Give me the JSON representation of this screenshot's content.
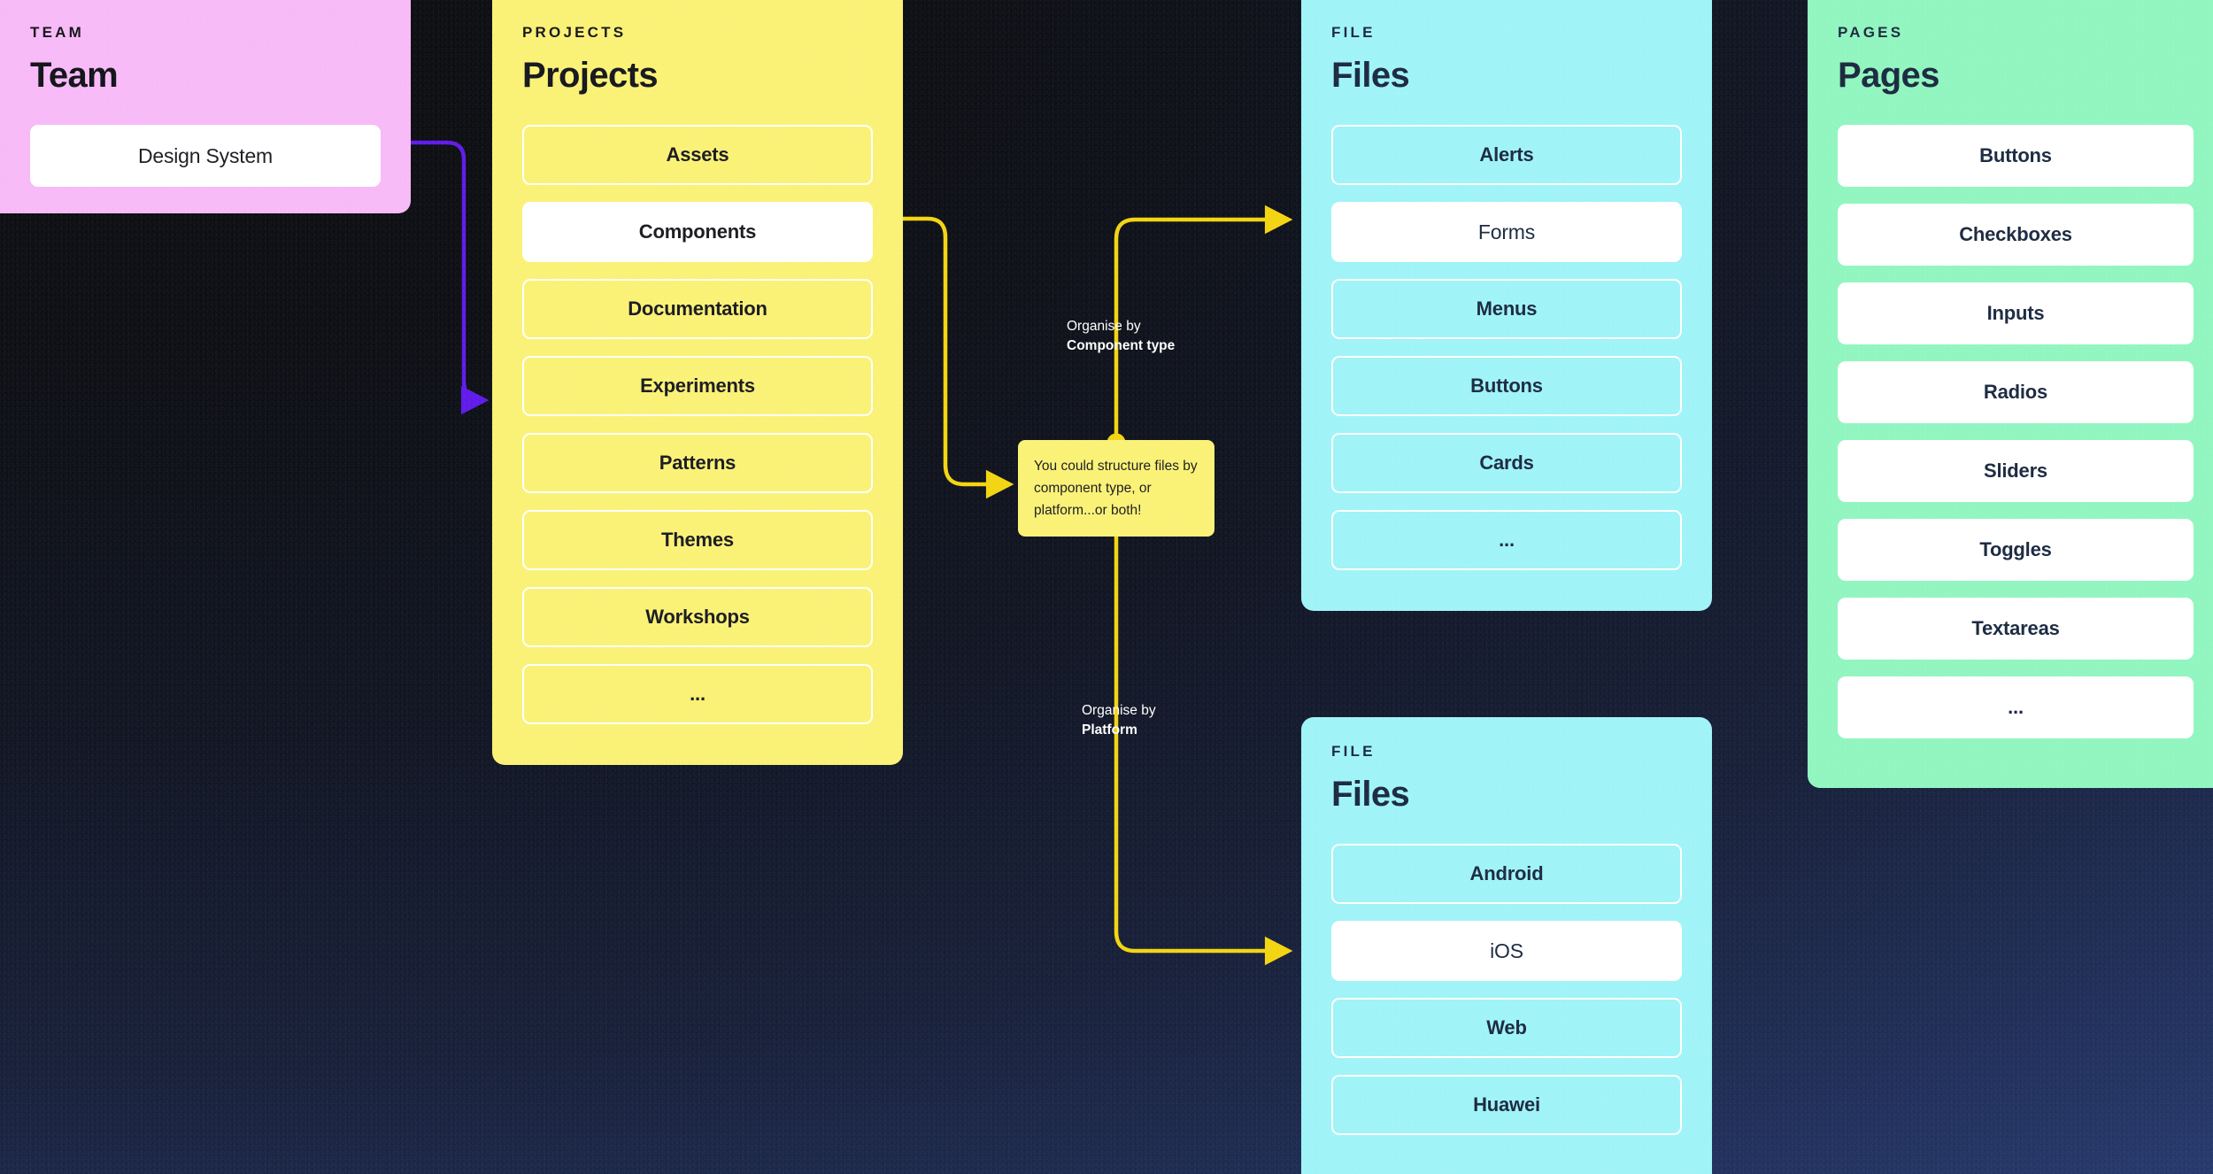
{
  "canvas": {
    "background_dark": "#07070a",
    "background_navy": "#22356b"
  },
  "panels": {
    "team": {
      "eyebrow": "TEAM",
      "title": "Team",
      "color": "#f7b8f7",
      "items": [
        {
          "label": "Design System",
          "selected": true
        }
      ]
    },
    "projects": {
      "eyebrow": "PROJECTS",
      "title": "Projects",
      "color": "#faf171",
      "items": [
        {
          "label": "Assets",
          "selected": false
        },
        {
          "label": "Components",
          "selected": true
        },
        {
          "label": "Documentation",
          "selected": false
        },
        {
          "label": "Experiments",
          "selected": false
        },
        {
          "label": "Patterns",
          "selected": false
        },
        {
          "label": "Themes",
          "selected": false
        },
        {
          "label": "Workshops",
          "selected": false
        },
        {
          "label": "...",
          "selected": false
        }
      ]
    },
    "files_component_type": {
      "eyebrow": "FILE",
      "title": "Files",
      "color": "#9df3f7",
      "items": [
        {
          "label": "Alerts",
          "selected": false
        },
        {
          "label": "Forms",
          "selected": true
        },
        {
          "label": "Menus",
          "selected": false
        },
        {
          "label": "Buttons",
          "selected": false
        },
        {
          "label": "Cards",
          "selected": false
        },
        {
          "label": "...",
          "selected": false
        }
      ]
    },
    "files_platform": {
      "eyebrow": "FILE",
      "title": "Files",
      "color": "#9df3f7",
      "items": [
        {
          "label": "Android",
          "selected": false
        },
        {
          "label": "iOS",
          "selected": true
        },
        {
          "label": "Web",
          "selected": false
        },
        {
          "label": "Huawei",
          "selected": false
        }
      ]
    },
    "pages": {
      "eyebrow": "PAGES",
      "title": "Pages",
      "color": "#8ef5bd",
      "items": [
        {
          "label": "Buttons",
          "selected": true
        },
        {
          "label": "Checkboxes",
          "selected": true
        },
        {
          "label": "Inputs",
          "selected": true
        },
        {
          "label": "Radios",
          "selected": true
        },
        {
          "label": "Sliders",
          "selected": true
        },
        {
          "label": "Toggles",
          "selected": true
        },
        {
          "label": "Textareas",
          "selected": true
        },
        {
          "label": "...",
          "selected": true
        }
      ]
    }
  },
  "sticky_note": {
    "text": "You could structure files by component type, or platform...or both!",
    "color": "#faf171"
  },
  "connectors": {
    "purple_color": "#5b14e8",
    "yellow_color": "#f2d30a",
    "labels": [
      {
        "lead": "Organise by",
        "strong": "Component type"
      },
      {
        "lead": "Organise by",
        "strong": "Platform"
      }
    ]
  }
}
